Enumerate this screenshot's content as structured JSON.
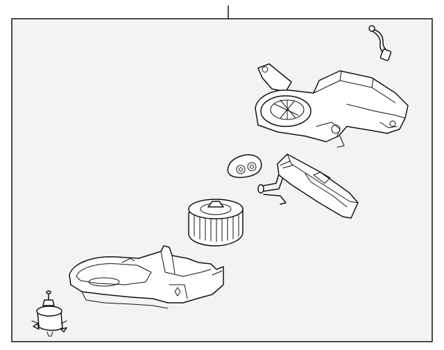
{
  "diagram": {
    "colors": {
      "stroke": "#111111",
      "panel": "#f3f3f3",
      "background": "#ffffff"
    },
    "parts": [
      "callout-leader-line",
      "wire-sensor-connector",
      "blower-upper-case",
      "resistor-grommet",
      "heater-core",
      "blower-fan-wheel",
      "blower-lower-case",
      "blower-motor"
    ]
  }
}
